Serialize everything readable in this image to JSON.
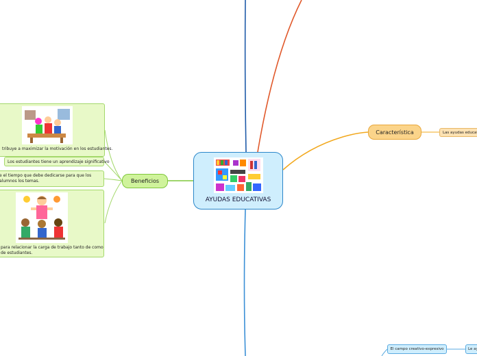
{
  "central": {
    "label": "AYUDAS EDUCATIVAS",
    "image": "educational-blocks-image"
  },
  "caracteristica": {
    "label": "Característica",
    "child": "Las ayudas educat"
  },
  "beneficios": {
    "label": "Beneficios",
    "items": [
      {
        "text": "tribuye a maximizar la motivación en los estudiantes.",
        "image": "classroom-children-image"
      },
      {
        "text": "Los estudiantes tiene un aprendizaje significativo"
      },
      {
        "text": "e el tiempo que debe dedicarse para que los alumnos los temas."
      },
      {
        "text": "para relacionar la carga de trabajo tanto de como de estudiantes.",
        "image": "teacher-puppets-image"
      }
    ]
  },
  "creativo": {
    "label": "El campo creativo-expresivo",
    "child": "Le ay"
  },
  "colors": {
    "central_fill": "#cfeefd",
    "central_border": "#2a86c9",
    "orange_fill": "#fbd48a",
    "green_fill": "#cff39b",
    "branch_blue": "#1e5aa8",
    "branch_red": "#e0582a",
    "branch_orange": "#f2a81d",
    "branch_green": "#7fc73c",
    "branch_lightblue": "#3a8fd6"
  }
}
